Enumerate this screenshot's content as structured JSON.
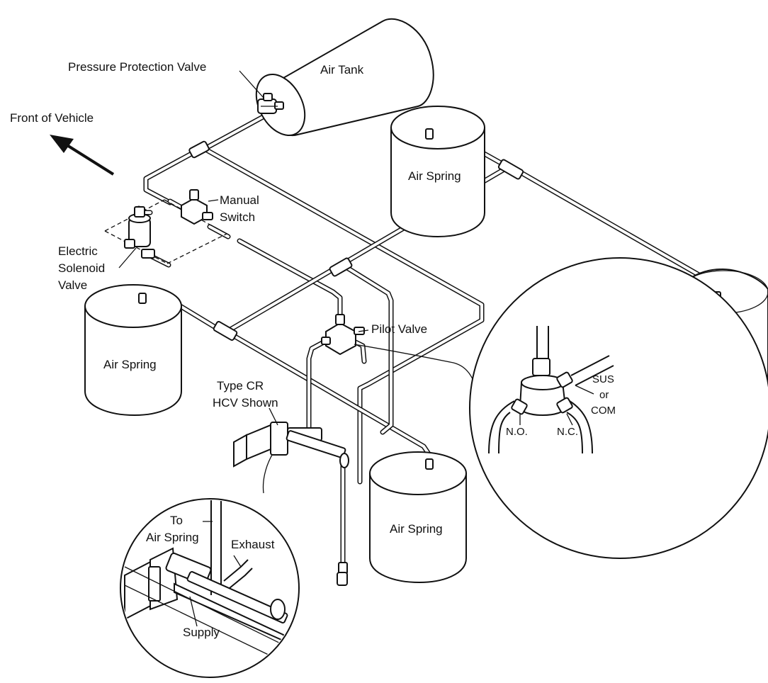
{
  "labels": {
    "pressure_protection_valve": "Pressure Protection Valve",
    "air_tank": "Air Tank",
    "front_of_vehicle": "Front of Vehicle",
    "air_spring": "Air Spring",
    "manual_switch_1": "Manual",
    "manual_switch_2": "Switch",
    "electric_solenoid_1": "Electric",
    "electric_solenoid_2": "Solenoid",
    "electric_solenoid_3": "Valve",
    "pilot_valve": "Pilot Valve",
    "hcv_1": "Type CR",
    "hcv_2": "HCV Shown",
    "sus_1": "SUS",
    "sus_2": "or",
    "sus_3": "COM",
    "no": "N.O.",
    "nc": "N.C.",
    "to_air_spring_1": "To",
    "to_air_spring_2": "Air Spring",
    "exhaust": "Exhaust",
    "supply": "Supply"
  },
  "colors": {
    "ink": "#111111",
    "background": "#ffffff"
  }
}
